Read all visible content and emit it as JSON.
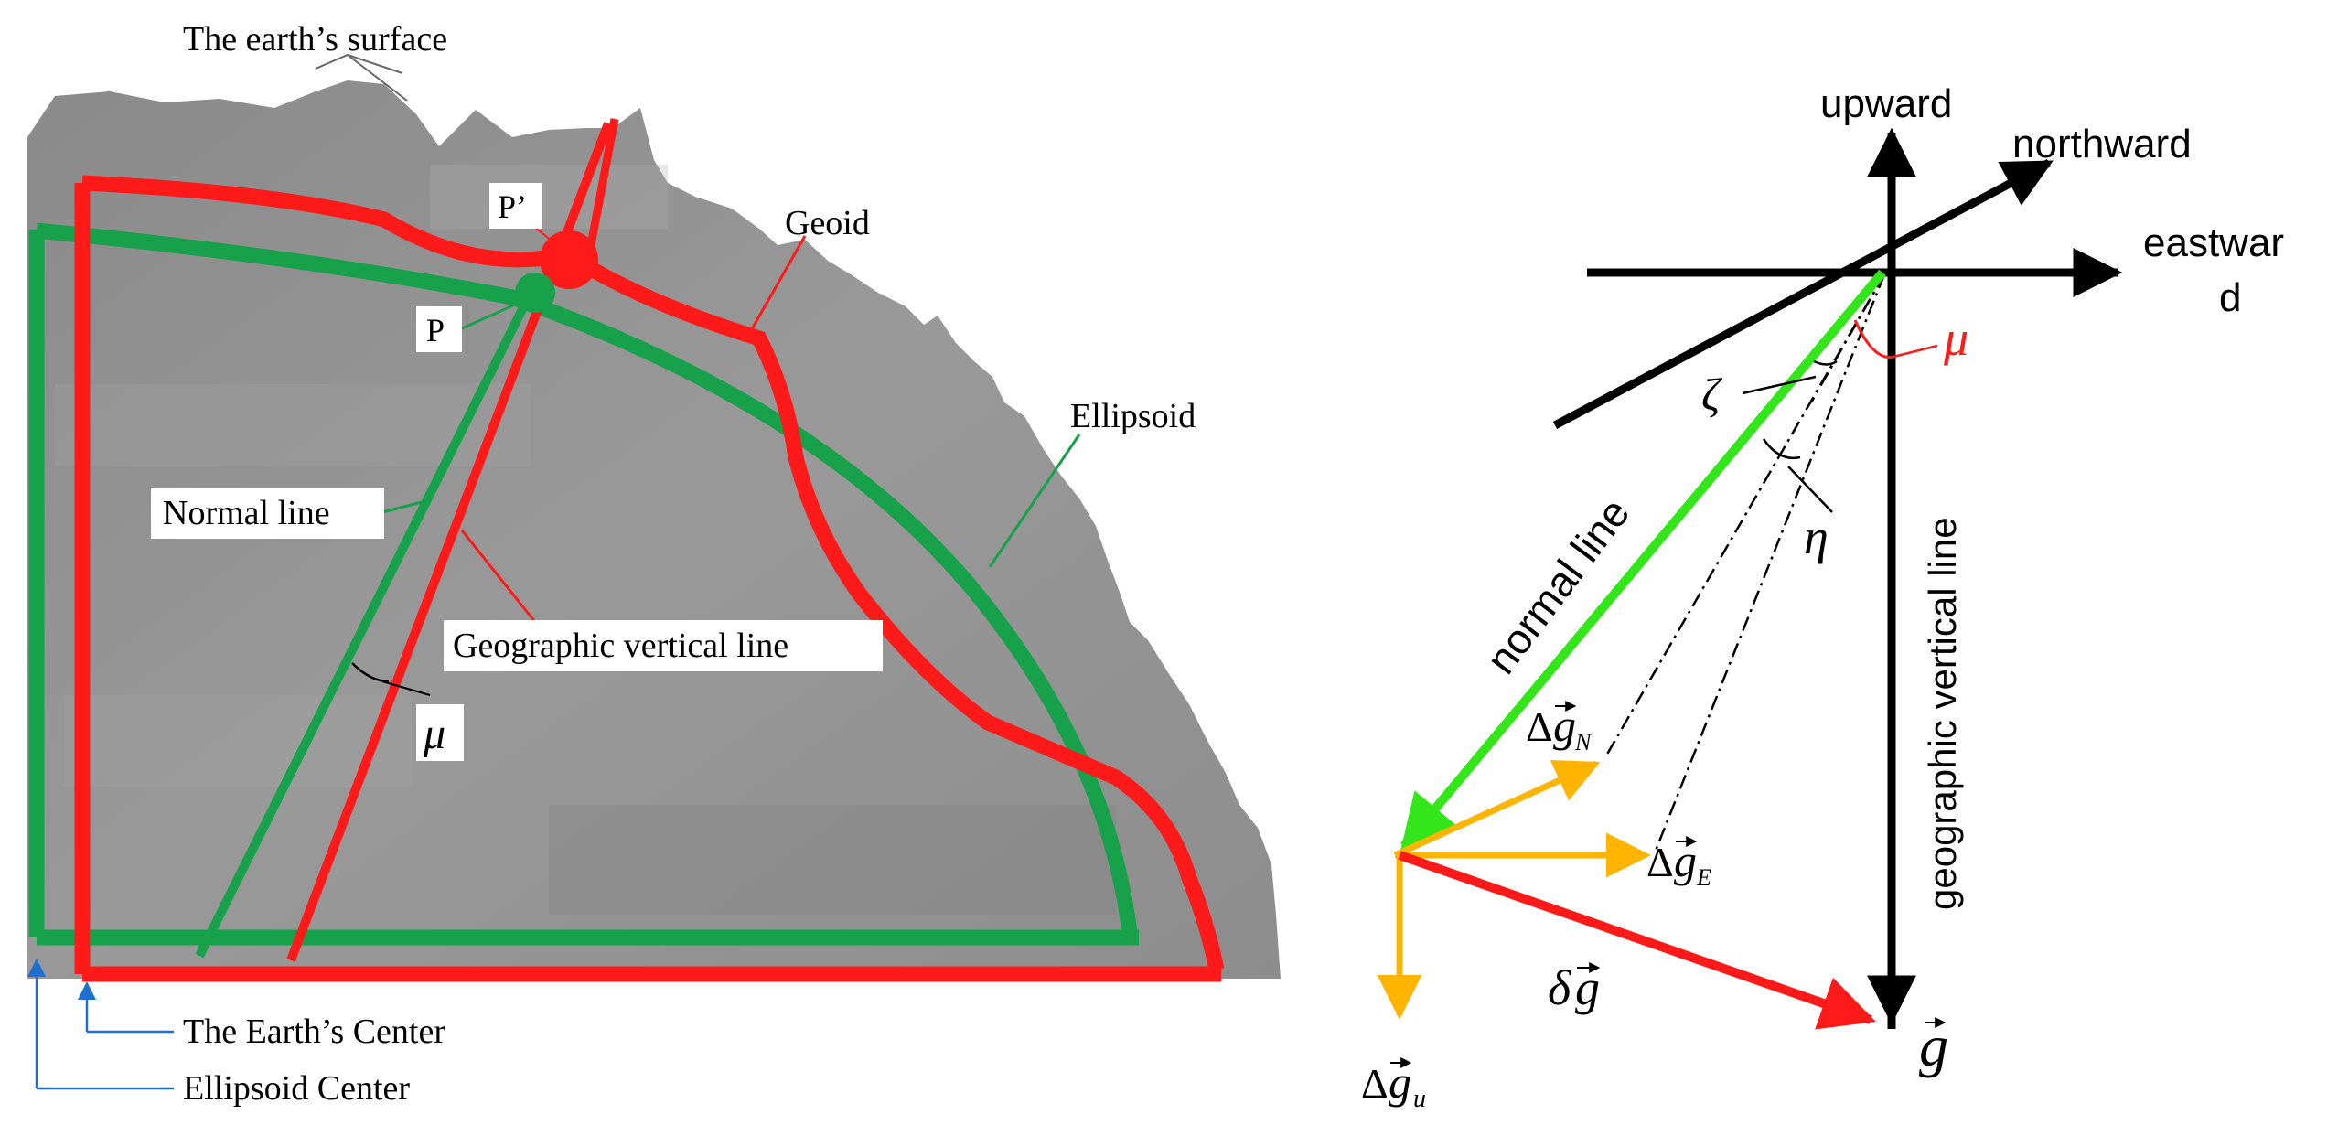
{
  "left_panel": {
    "earth_surface_label": "The earth’s surface",
    "geoid_label": "Geoid",
    "ellipsoid_label": "Ellipsoid",
    "point_p_prime_label": "P’",
    "point_p_label": "P",
    "normal_line_label": "Normal line",
    "geographic_vertical_label": "Geographic vertical line",
    "mu_label": "μ",
    "earth_center_label": "The Earth’s Center",
    "ellipsoid_center_label": "Ellipsoid Center"
  },
  "right_panel": {
    "upward_label": "upward",
    "northward_label": "northward",
    "eastward_line1": "eastwar",
    "eastward_line2": "d",
    "mu_label": "μ",
    "zeta_label": "ζ",
    "eta_label": "η",
    "normal_line_label": "normal line",
    "geographic_vertical_label": "geographic vertical line",
    "delta_g_symbol": "Δ",
    "g_symbol": "g",
    "north_sub": "N",
    "east_sub": "E",
    "up_sub": "u",
    "delta_g_vector_symbol": "δ"
  },
  "colors": {
    "geoid_red": "#ff1a1a",
    "ellipsoid_green": "#17a14a",
    "normal_green": "#33e61a",
    "component_yellow": "#ffb400",
    "axis_black": "#000000",
    "label_blue": "#1e6fd0",
    "terrain_gray": "#8f8f8f"
  },
  "icons": {
    "arrowhead": "triangle-arrowhead",
    "vector_arrow": "vector-over-arrow"
  }
}
